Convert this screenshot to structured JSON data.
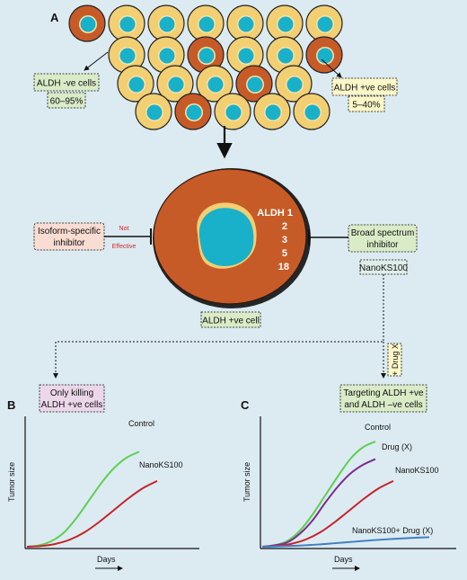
{
  "panel_labels": {
    "a": "A",
    "b": "B",
    "c": "C"
  },
  "colors": {
    "background": "#dcebf2",
    "negative_cell": "#f3cf73",
    "positive_cell": "#c75b28",
    "nucleus": "#19b1c9",
    "green_box": "#d9ebc7",
    "yellow_box": "#fbf7c8",
    "pink_box": "#f9dcd2",
    "purple_box": "#ecd7ea",
    "teal_box": "#dfeee9",
    "control_line": "#5fcf52",
    "nanoks_line": "#c62327",
    "drug_line": "#7a2c8f",
    "combo_line": "#3f7fc1",
    "not_effective_text": "#d9262c"
  },
  "panel_a": {
    "aldh_neg_label": "ALDH -ve cells",
    "aldh_neg_pct": "60–95%",
    "aldh_pos_label": "ALDH +ve cells",
    "aldh_pos_pct": "5–40%",
    "isoforms": [
      "ALDH 1",
      "2",
      "3",
      "5",
      "18"
    ],
    "isoform_inhibitor": [
      "Isoform-specific",
      "inhibitor"
    ],
    "not_effective": [
      "Not",
      "Effective"
    ],
    "broad_inhibitor": [
      "Broad spectrum",
      "inhibitor"
    ],
    "nanoks_box": "NanoKS100",
    "cell_label": "ALDH +ve cell",
    "only_killing": [
      "Only killing",
      "ALDH +ve cells"
    ],
    "drug_x_box": "+ Drug X",
    "targeting": [
      "Targeting ALDH +ve",
      "and ALDH –ve cells"
    ]
  },
  "chart_data": [
    {
      "type": "line",
      "xlabel": "Days",
      "ylabel": "Tumor size",
      "series": [
        {
          "name": "Control",
          "values": [
            0,
            1,
            4,
            10,
            20,
            32,
            44,
            54,
            61,
            65
          ]
        },
        {
          "name": "NanoKS100",
          "values": [
            0,
            0.5,
            2,
            5,
            10,
            17,
            25,
            33,
            40,
            45
          ]
        }
      ]
    },
    {
      "type": "line",
      "xlabel": "Days",
      "ylabel": "Tumor size",
      "series": [
        {
          "name": "Control",
          "values": [
            0,
            1,
            4,
            11,
            22,
            35,
            48,
            60,
            68,
            72
          ]
        },
        {
          "name": "Drug (X)",
          "values": [
            0,
            1,
            3,
            9,
            18,
            30,
            41,
            50,
            56,
            60
          ]
        },
        {
          "name": "NanoKS100",
          "values": [
            0,
            0.5,
            2,
            5,
            10,
            17,
            25,
            33,
            40,
            45
          ]
        },
        {
          "name": "NanoKS100+ Drug (X)",
          "values": [
            0,
            0.3,
            0.8,
            1.5,
            2.5,
            3.5,
            4.5,
            5.3,
            6,
            6.5
          ]
        }
      ]
    }
  ]
}
